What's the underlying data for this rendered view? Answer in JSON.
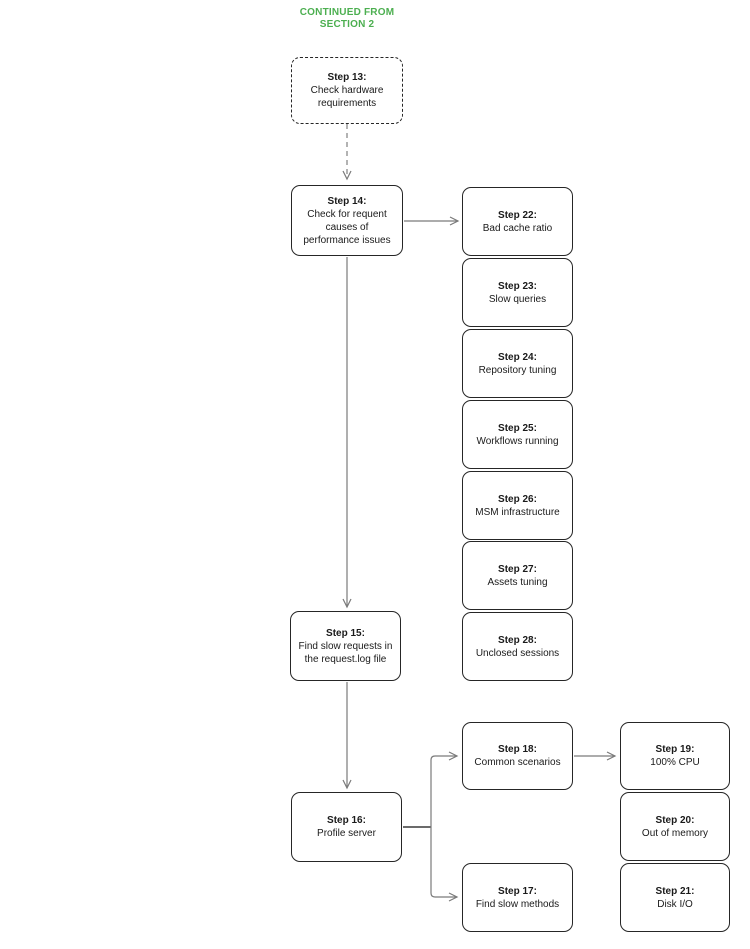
{
  "header": {
    "text": "CONTINUED FROM\nSECTION 2",
    "color": "#4CAF50"
  },
  "nodes": {
    "step13": {
      "title": "Step 13:",
      "desc": "Check hardware\nrequirements",
      "border": "dashed"
    },
    "step14": {
      "title": "Step 14:",
      "desc": "Check for requent\ncauses of\nperformance issues",
      "border": "solid"
    },
    "step15": {
      "title": "Step 15:",
      "desc": "Find slow requests in\nthe request.log file",
      "border": "solid"
    },
    "step16": {
      "title": "Step 16:",
      "desc": "Profile server",
      "border": "solid"
    },
    "step17": {
      "title": "Step 17:",
      "desc": "Find slow methods",
      "border": "solid"
    },
    "step18": {
      "title": "Step 18:",
      "desc": "Common scenarios",
      "border": "solid"
    },
    "step19": {
      "title": "Step 19:",
      "desc": "100% CPU",
      "border": "solid"
    },
    "step20": {
      "title": "Step 20:",
      "desc": "Out of memory",
      "border": "solid"
    },
    "step21": {
      "title": "Step 21:",
      "desc": "Disk I/O",
      "border": "solid"
    },
    "step22": {
      "title": "Step 22:",
      "desc": "Bad cache ratio",
      "border": "solid"
    },
    "step23": {
      "title": "Step 23:",
      "desc": "Slow queries",
      "border": "solid"
    },
    "step24": {
      "title": "Step 24:",
      "desc": "Repository tuning",
      "border": "solid"
    },
    "step25": {
      "title": "Step 25:",
      "desc": "Workflows running",
      "border": "solid"
    },
    "step26": {
      "title": "Step 26:",
      "desc": "MSM infrastructure",
      "border": "solid"
    },
    "step27": {
      "title": "Step 27:",
      "desc": "Assets tuning",
      "border": "solid"
    },
    "step28": {
      "title": "Step 28:",
      "desc": "Unclosed sessions",
      "border": "solid"
    }
  },
  "edges": [
    {
      "from": "step13",
      "to": "step14",
      "style": "dashed-arrow"
    },
    {
      "from": "step14",
      "to": "step22",
      "style": "arrow"
    },
    {
      "from": "step14",
      "to": "step15",
      "style": "arrow"
    },
    {
      "from": "step15",
      "to": "step16",
      "style": "arrow"
    },
    {
      "from": "step16",
      "to": "step18",
      "style": "arrow-branch"
    },
    {
      "from": "step16",
      "to": "step17",
      "style": "arrow-branch"
    },
    {
      "from": "step18",
      "to": "step19",
      "style": "arrow"
    }
  ],
  "colors": {
    "node_border": "#262626",
    "connector": "#7a7a7a",
    "header_green": "#4CAF50",
    "background": "#ffffff"
  }
}
